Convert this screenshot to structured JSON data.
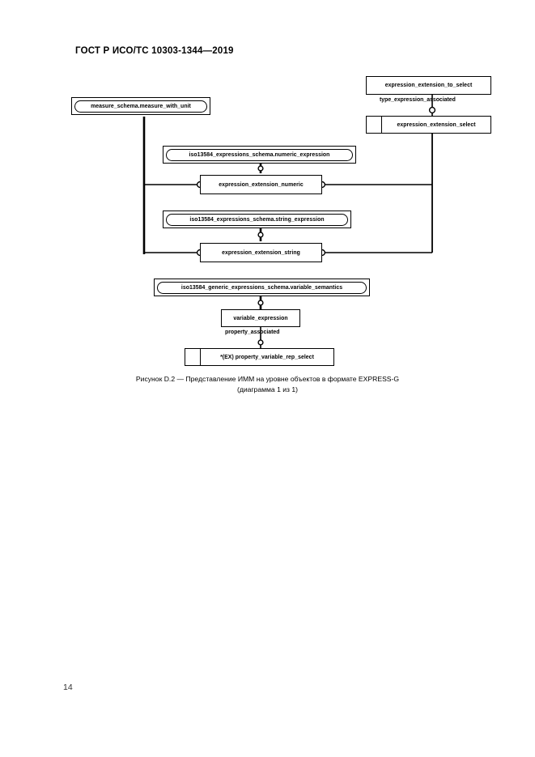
{
  "document": {
    "header": "ГОСТ Р ИСО/ТС 10303-1344—2019",
    "page_number": "14"
  },
  "diagram": {
    "nodes": {
      "measure_with_unit": "measure_schema.measure_with_unit",
      "expression_extension_to_select": "expression_extension_to_select",
      "expression_extension_select": "expression_extension_select",
      "numeric_expression": "iso13584_expressions_schema.numeric_expression",
      "expression_extension_numeric": "expression_extension_numeric",
      "string_expression": "iso13584_expressions_schema.string_expression",
      "expression_extension_string": "expression_extension_string",
      "variable_semantics": "iso13584_generic_expressions_schema.variable_semantics",
      "variable_expression": "variable_expression",
      "property_variable_rep_select": "*(EX) property_variable_rep_select"
    },
    "edge_labels": {
      "type_expression_associated": "type_expression_associated",
      "property_associated": "property_associated"
    }
  },
  "caption": {
    "line1": "Рисунок D.2 — Представление ИММ на уровне объектов в формате EXPRESS-G",
    "line2": "(диаграмма 1 из 1)"
  }
}
